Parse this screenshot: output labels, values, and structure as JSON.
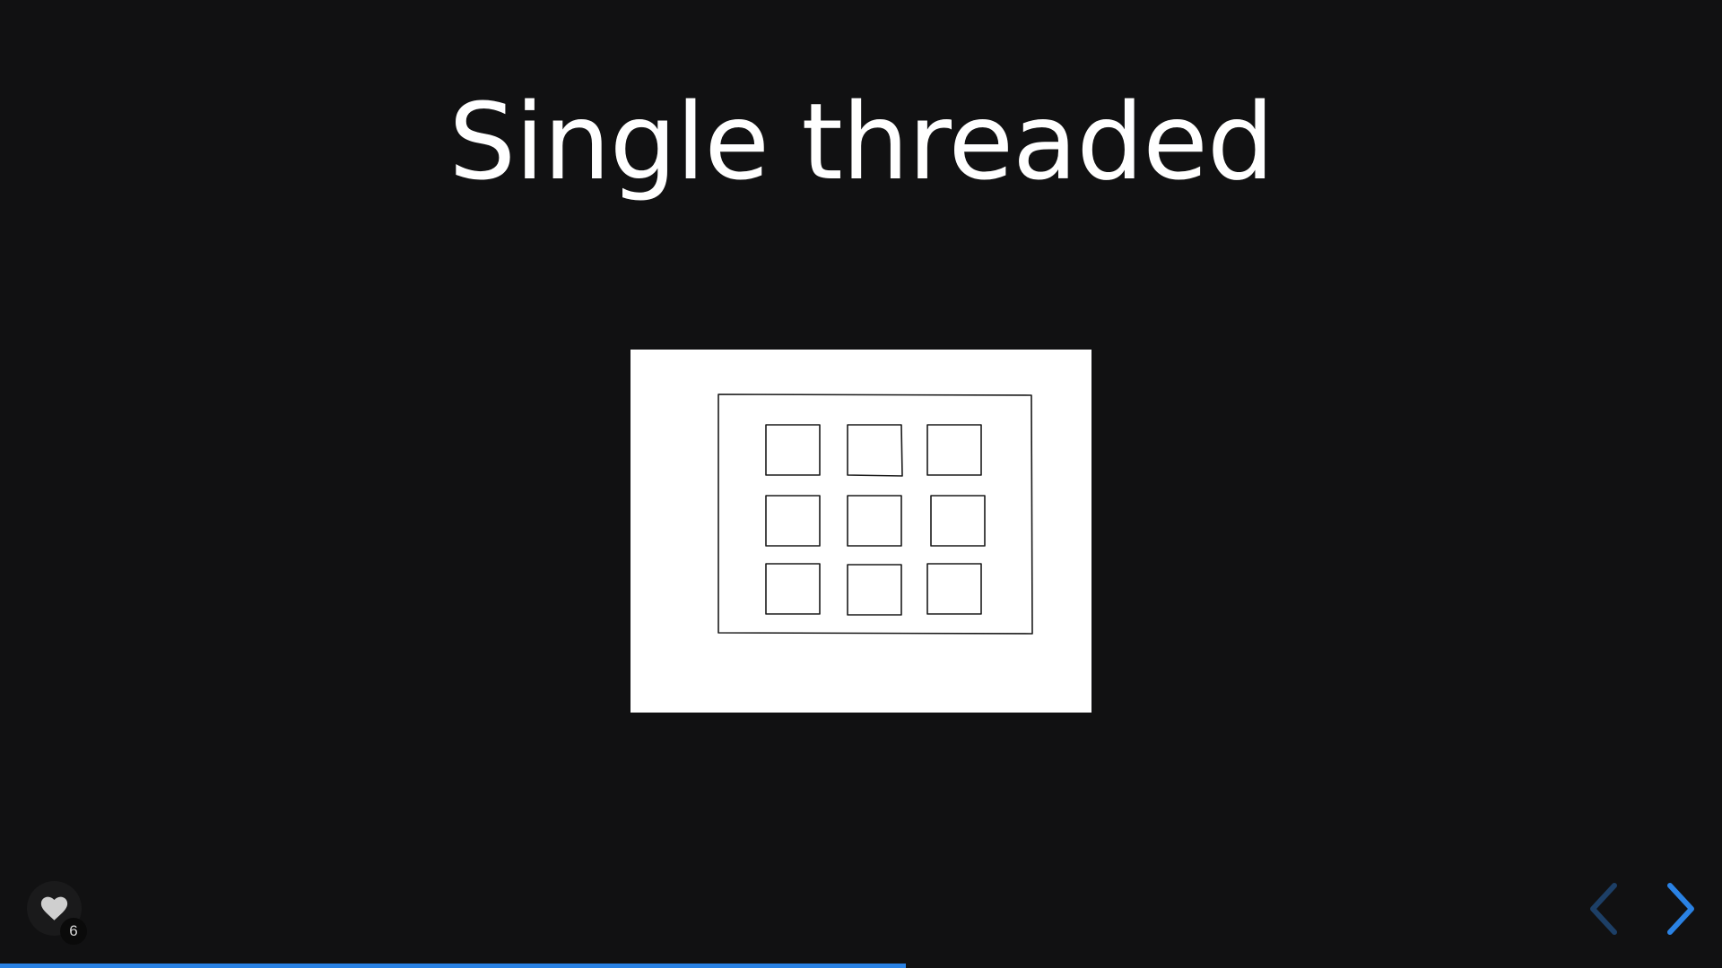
{
  "slide": {
    "title": "Single threaded"
  },
  "image": {
    "description_icon": "grid-drawing",
    "rows": 3,
    "cols": 3
  },
  "like": {
    "icon": "heart-icon",
    "count": "6"
  },
  "nav": {
    "prev_icon": "chevron-left-icon",
    "next_icon": "chevron-right-icon"
  },
  "progress": {
    "fraction": 0.526
  },
  "colors": {
    "background": "#111112",
    "title": "#ffffff",
    "accent": "#2a82e4",
    "accent_dim": "#1d3f66",
    "like_circle": "#1a1a1b",
    "heart": "#cfcfcf"
  }
}
